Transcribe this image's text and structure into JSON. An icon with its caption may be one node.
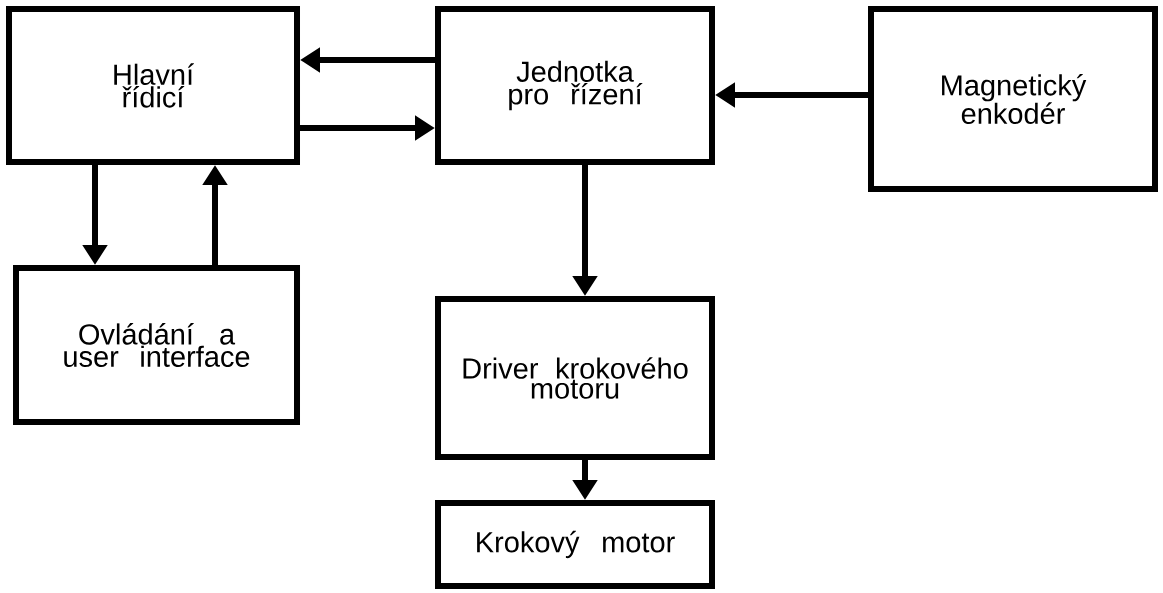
{
  "diagram": {
    "nodes": [
      {
        "text": [
          "Hlavní řídicí"
        ]
      },
      {
        "text": [
          "Jednotka pro řízení"
        ]
      },
      {
        "text": [
          "Magnetický enkodér"
        ]
      },
      {
        "text": [
          "Ovládání a user interface"
        ]
      },
      {
        "text": [
          "Driver krokového motoru"
        ]
      },
      {
        "text": [
          "Krokový motor"
        ]
      }
    ],
    "edges": [
      {
        "from": 1,
        "to": 0,
        "arrow": "to"
      },
      {
        "from": 0,
        "to": 1,
        "arrow": "to"
      },
      {
        "from": 2,
        "to": 1,
        "arrow": "to"
      },
      {
        "from": 0,
        "to": 3,
        "arrow": "to"
      },
      {
        "from": 3,
        "to": 0,
        "arrow": "to"
      },
      {
        "from": 1,
        "to": 4,
        "arrow": "to"
      },
      {
        "from": 4,
        "to": 5,
        "arrow": "to"
      }
    ]
  }
}
